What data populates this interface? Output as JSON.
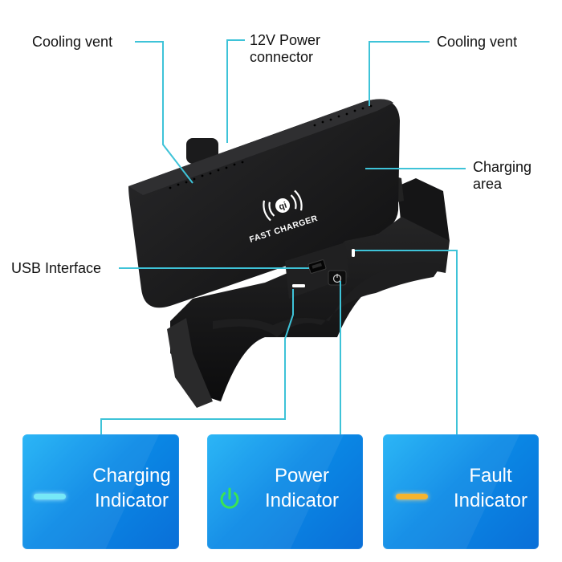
{
  "labels": {
    "cooling_vent_left": "Cooling vent",
    "power_connector_line1": "12V Power",
    "power_connector_line2": "connector",
    "cooling_vent_right": "Cooling vent",
    "charging_area_line1": "Charging",
    "charging_area_line2": "area",
    "usb_interface": "USB Interface"
  },
  "device": {
    "logo_text": "FAST CHARGER"
  },
  "cards": {
    "charging": {
      "line1": "Charging",
      "line2": "Indicator"
    },
    "power": {
      "line1": "Power",
      "line2": "Indicator"
    },
    "fault": {
      "line1": "Fault",
      "line2": "Indicator"
    }
  },
  "colors": {
    "leader_line": "#3ec3d8",
    "card_blue": "#0a8ae6",
    "charging_indicator": "#6ee7f7",
    "power_indicator": "#2fe24a",
    "fault_indicator": "#f6b021"
  },
  "icons": [
    "qi-wireless-icon",
    "power-icon",
    "usb-port-icon"
  ]
}
